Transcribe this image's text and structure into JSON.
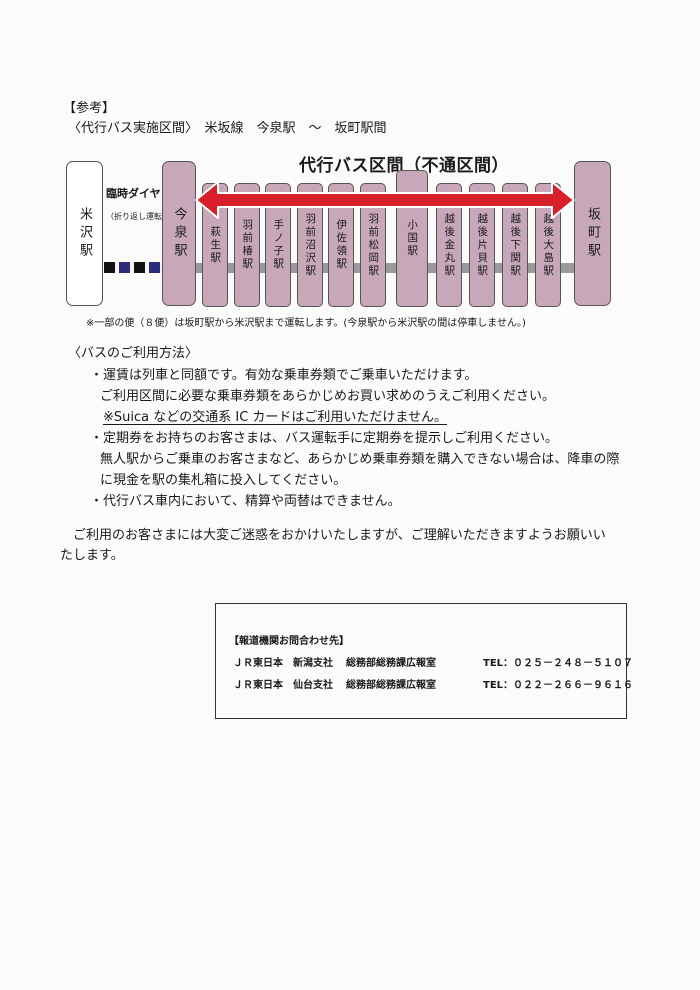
{
  "header": {
    "reference_label": "【参考】",
    "section_title": "〈代行バス実施区間〉　米坂線　今泉駅　～　坂町駅間"
  },
  "diagram": {
    "range_title": "代行バス区間（不通区間）",
    "temporary_schedule_label": "臨時ダイヤ",
    "shuttle_note": "（折り返し運転）",
    "stations": [
      {
        "name": "米沢駅"
      },
      {
        "name": "今泉駅"
      },
      {
        "name": "萩生駅"
      },
      {
        "name": "羽前椿駅"
      },
      {
        "name": "手ノ子駅"
      },
      {
        "name": "羽前沼沢駅"
      },
      {
        "name": "伊佐領駅"
      },
      {
        "name": "羽前松岡駅"
      },
      {
        "name": "小国駅"
      },
      {
        "name": "越後金丸駅"
      },
      {
        "name": "越後片貝駅"
      },
      {
        "name": "越後下関駅"
      },
      {
        "name": "越後大島駅"
      },
      {
        "name": "坂町駅"
      }
    ],
    "footnote": "※一部の便（８便）は坂町駅から米沢駅まで運転します。(今泉駅から米沢駅の間は停車しません。)",
    "colors": {
      "station_fill": "#c8a8b8",
      "arrow": "#d8202a",
      "track": "#9a9a9a"
    }
  },
  "bus_usage": {
    "title": "〈バスのご利用方法〉",
    "lines": [
      "・運賃は列車と同額です。有効な乗車券類でご乗車いただけます。",
      "ご利用区間に必要な乗車券類をあらかじめお買い求めのうえご利用ください。",
      "※Suica などの交通系 IC カードはご利用いただけません。",
      "・定期券をお持ちのお客さまは、バス運転手に定期券を提示しご利用ください。",
      "無人駅からご乗車のお客さまなど、あらかじめ乗車券類を購入できない場合は、降車の際",
      "に現金を駅の集札箱に投入してください。",
      "・代行バス車内において、精算や両替はできません。"
    ]
  },
  "closing": {
    "line1": "　ご利用のお客さまには大変ご迷惑をおかけいたしますが、ご理解いただきますようお願いい",
    "line2": "たします。"
  },
  "contact": {
    "title": "【報道機関お問合わせ先】",
    "rows": [
      {
        "company": "ＪＲ東日本",
        "branch": "新潟支社",
        "dept": "総務部総務課広報室",
        "tel": "TEL：０２５－２４８－５１０７"
      },
      {
        "company": "ＪＲ東日本",
        "branch": "仙台支社",
        "dept": "総務部総務課広報室",
        "tel": "TEL：０２２－２６６－９６１６"
      }
    ]
  }
}
